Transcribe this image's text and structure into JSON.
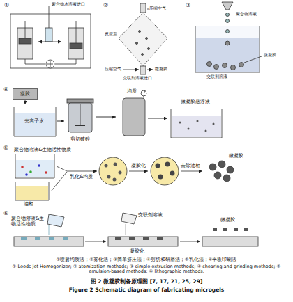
{
  "diagram": {
    "caption": "图 2 微凝胶制备原理图 [7, 17, 21, 25, 29]",
    "nodes": [
      {
        "text": [
          "凝胶"
        ]
      },
      {
        "text": [
          "去离子水"
        ]
      },
      {
        "text": [
          "剪切破碎"
        ]
      },
      {
        "text": [
          "均质"
        ]
      },
      {
        "text": [
          "微凝胶悬浮液"
        ]
      }
    ],
    "edges": [
      {
        "from": 0,
        "to": 1,
        "arrow": "to"
      },
      {
        "from": 1,
        "to": 2,
        "arrow": "to"
      },
      {
        "from": 2,
        "to": 3,
        "arrow": "to"
      },
      {
        "from": 3,
        "to": 4,
        "arrow": "to"
      }
    ],
    "labels": [
      "①",
      "聚合物水溶液进口",
      "②",
      "压缩空气",
      "反应室",
      "压缩空气",
      "微凝胶",
      "交联剂溶液进口",
      "③",
      "聚合物溶液",
      "微凝胶",
      "交联剂溶液",
      "④",
      "⑤",
      "聚合物溶液&生物活性物质",
      "油相",
      "乳化&均质",
      "凝胶化",
      "去除油相",
      "微凝胶",
      "⑥",
      "聚合物溶液&生物活性物质",
      "交联剂溶液",
      "凝胶化",
      "微凝胶",
      "①喷射均质法；②雾化法；③简单挤压法；④剪切和研磨法；⑤乳化法；⑥平板印刷法",
      "① Leeds Jet Homogenizer; ② atomization methods; ③ simple extrusion methods; ④ shearing and grinding methods; ⑤ emulsion-based methods; ⑥ lithographic methods.",
      "Figure 2 Schematic diagram of fabricating microgels"
    ]
  }
}
